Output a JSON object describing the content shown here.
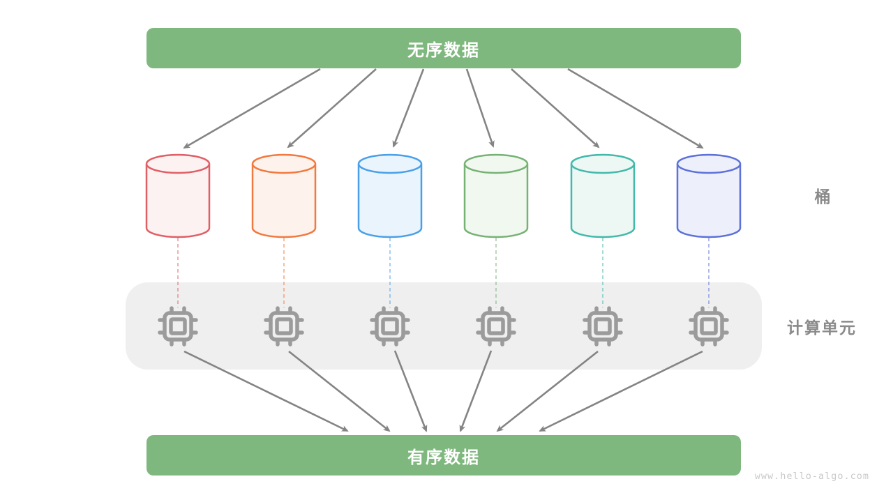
{
  "header_bar": {
    "label": "无序数据",
    "color": "#7fb87e",
    "text_color": "#ffffff"
  },
  "footer_bar": {
    "label": "有序数据",
    "color": "#7fb87e",
    "text_color": "#ffffff"
  },
  "side_labels": {
    "buckets": "桶",
    "compute_units": "计算单元",
    "color": "#8a8a8a"
  },
  "watermark": {
    "text": "www.hello-algo.com",
    "color": "#c9c9c9"
  },
  "panel": {
    "color": "#efefef"
  },
  "arrows": {
    "color": "#848484"
  },
  "cpu": {
    "color": "#9b9b9b",
    "count": 6
  },
  "buckets": [
    {
      "name": "bucket-1",
      "stroke": "#e05f66",
      "fill": "#fdf2f2"
    },
    {
      "name": "bucket-2",
      "stroke": "#f2793f",
      "fill": "#fdf3ec"
    },
    {
      "name": "bucket-3",
      "stroke": "#4aa0e8",
      "fill": "#eaf4fc"
    },
    {
      "name": "bucket-4",
      "stroke": "#77b275",
      "fill": "#f1f8f0"
    },
    {
      "name": "bucket-5",
      "stroke": "#42b9a9",
      "fill": "#edf8f5"
    },
    {
      "name": "bucket-6",
      "stroke": "#5d71d9",
      "fill": "#edf0fb"
    }
  ]
}
